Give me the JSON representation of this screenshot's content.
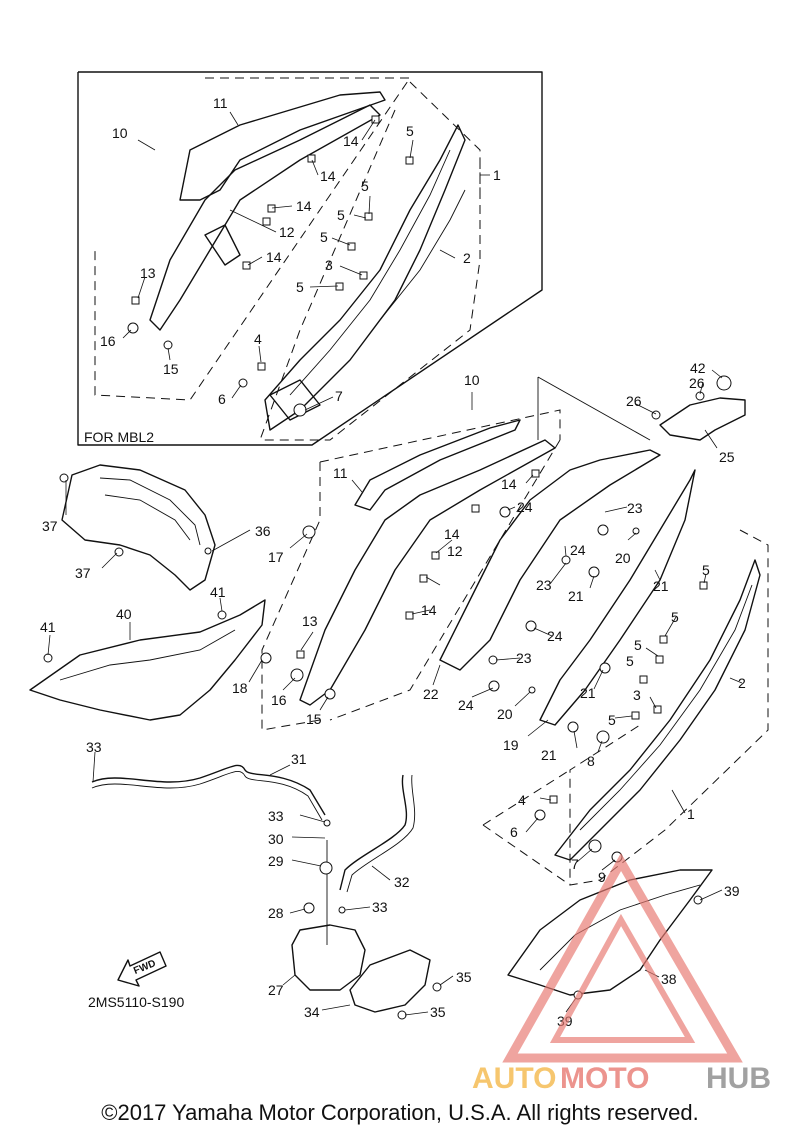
{
  "frame_label": "FOR MBL2",
  "drawing_code": "2MS5110-S190",
  "fwd_label": "FWD",
  "copyright": "©2017 Yamaha Motor Corporation, U.S.A. All rights reserved.",
  "watermark": {
    "part1": "AUTO",
    "part2": "MOTO",
    "part3": "HUB",
    "color1": "#f5b94a",
    "color2": "#e87a72",
    "color3": "#8a8a8a"
  },
  "callouts": [
    "11",
    "10",
    "14",
    "5",
    "1",
    "14",
    "5",
    "14",
    "5",
    "12",
    "5",
    "14",
    "3",
    "2",
    "13",
    "5",
    "16",
    "15",
    "4",
    "6",
    "7",
    "10",
    "26",
    "42",
    "26",
    "25",
    "14",
    "11",
    "37",
    "24",
    "23",
    "36",
    "14",
    "17",
    "12",
    "24",
    "20",
    "21",
    "5",
    "37",
    "14",
    "41",
    "23",
    "13",
    "21",
    "5",
    "40",
    "41",
    "23",
    "5",
    "24",
    "22",
    "21",
    "5",
    "2",
    "18",
    "16",
    "15",
    "24",
    "20",
    "3",
    "19",
    "21",
    "8",
    "5",
    "33",
    "31",
    "33",
    "4",
    "30",
    "1",
    "6",
    "29",
    "32",
    "7",
    "9",
    "39",
    "28",
    "33",
    "38",
    "27",
    "35",
    "34",
    "35",
    "39"
  ]
}
